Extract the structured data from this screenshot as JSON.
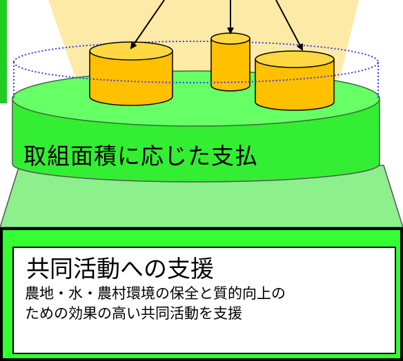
{
  "main_label": "取組面積に応じた支払",
  "support_box": {
    "title": "共同活動への支援",
    "description_lines": [
      "農地・水・農村環境の保全と質的向上の",
      "ための効果の高い共同活動を支援"
    ]
  },
  "colors": {
    "cone": "#fdeaa6",
    "disk_top": "#66ff66",
    "disk_side": "#33ee33",
    "cylinder_fill": "#ffc000",
    "cylinder_top": "#ffd843",
    "dotted_ring": "#3333ff",
    "accent": "#22cc22",
    "outline": "#000000"
  }
}
